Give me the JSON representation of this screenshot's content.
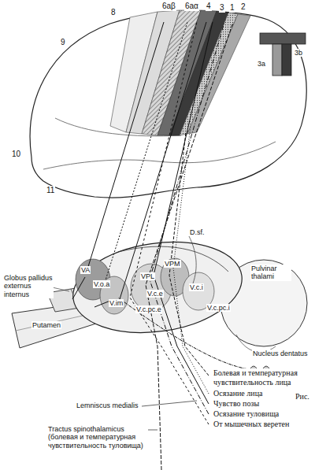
{
  "diagram": {
    "labels": [
      "6aβ",
      "6aα",
      "4",
      "3",
      "1",
      "2",
      "3b",
      "3a",
      "8",
      "9",
      "10",
      "11",
      "D.sf.",
      "VA",
      "V.o.a",
      "Globus pallidus externus internus",
      "V.im",
      "VPL",
      "VPM",
      "V.c.e",
      "V.c.i",
      "V.c.pc.e",
      "V.c.pc.i",
      "Pulvinar thalami",
      "Putamen",
      "Nucleus dentatus",
      "Болевая и температурная чувствительность лица",
      "Осязание лица",
      "Чувство позы",
      "Осязание туловища",
      "От мышечных веретен",
      "Lemniscus medialis",
      "Tractus spinothalamicus (болевая и температурная чувствительность туловища)",
      "Рис."
    ]
  }
}
